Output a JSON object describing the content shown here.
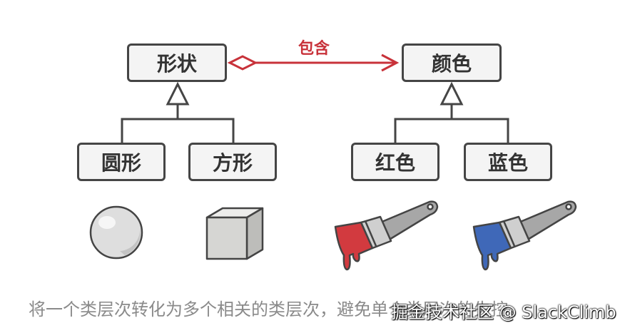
{
  "diagram": {
    "nodes": {
      "shape": "形状",
      "color": "颜色",
      "circle": "圆形",
      "square": "方形",
      "red": "红色",
      "blue": "蓝色"
    },
    "relation_label": "包含"
  },
  "caption": "将一个类层次转化为多个相关的类层次，避免单个类层次的失控。",
  "watermark": "掘金技术社区 @ SlackClimb",
  "illustrations": [
    {
      "name": "sphere",
      "color": "#e0e0e0"
    },
    {
      "name": "cube",
      "color": "#d8d8d6"
    },
    {
      "name": "red-paintbrush",
      "color": "#d23a3f"
    },
    {
      "name": "blue-paintbrush",
      "color": "#3f68b8"
    }
  ],
  "colors": {
    "relation": "#c8323a",
    "box_border": "#454545",
    "box_fill": "#f4f4f4",
    "text": "#333333",
    "caption": "#8a8a8a"
  }
}
